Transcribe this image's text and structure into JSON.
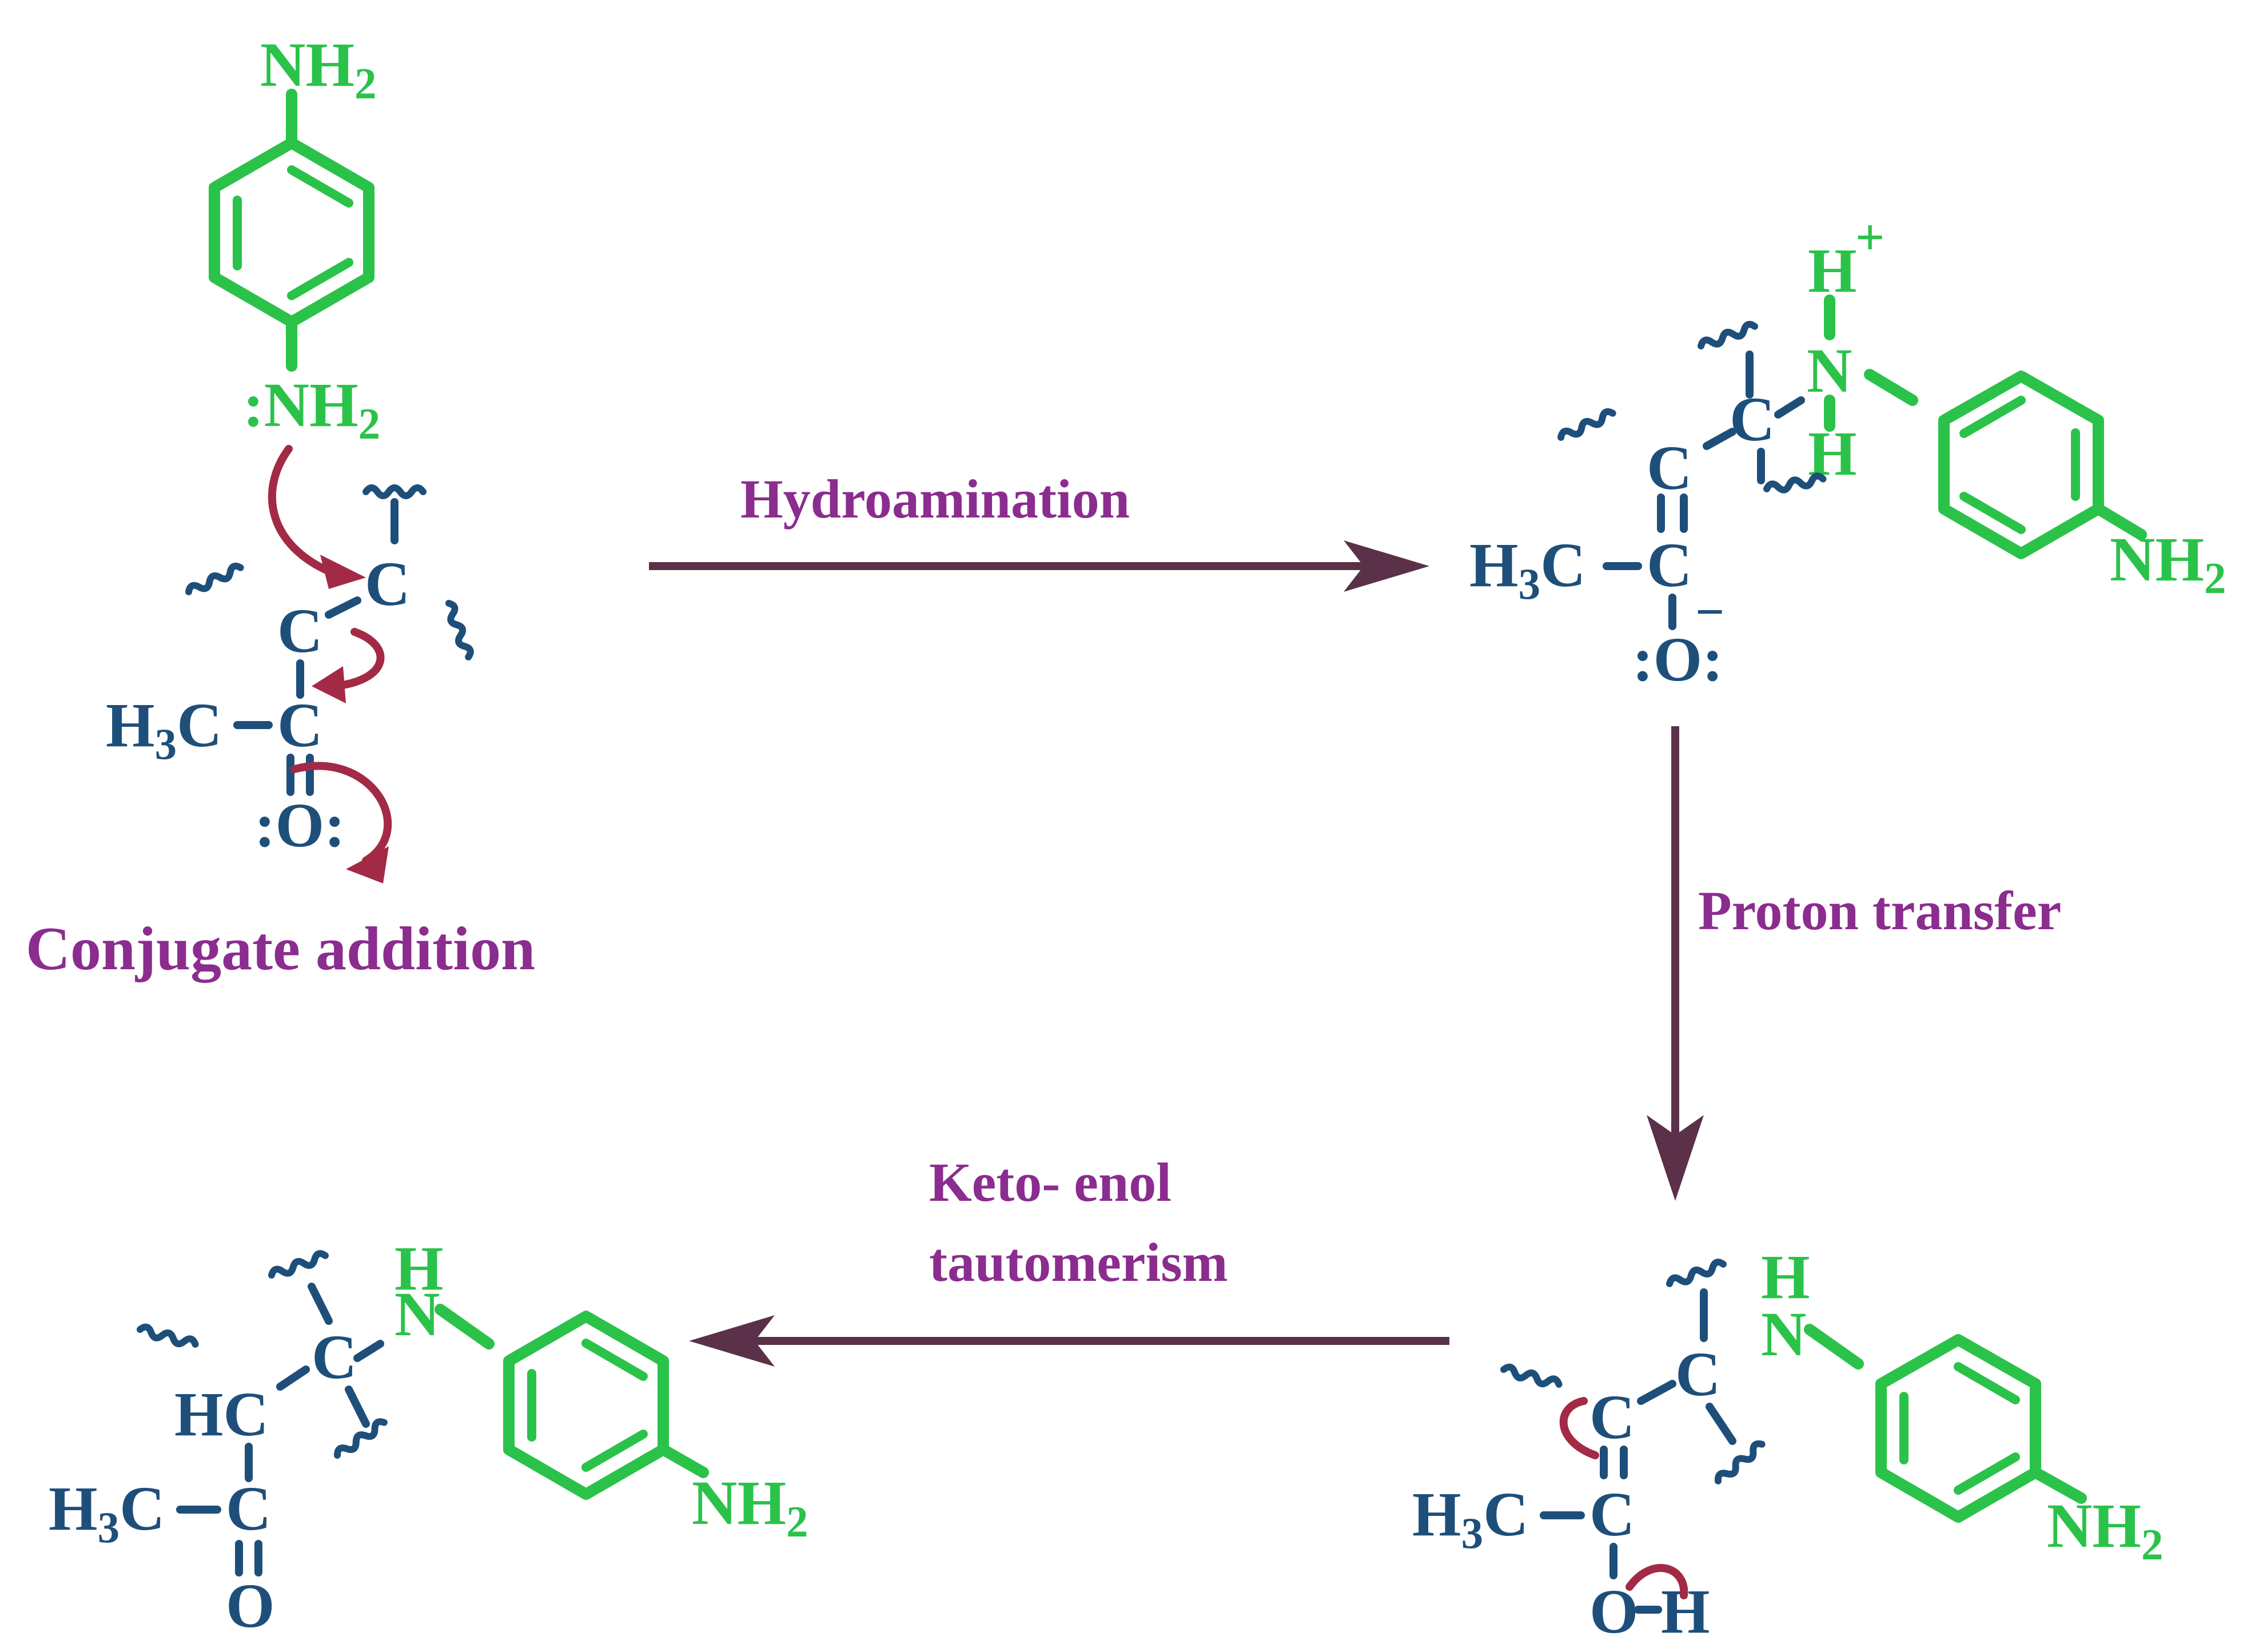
{
  "colors": {
    "backbone": "#1e4f7a",
    "amine": "#2bc24a",
    "step_label": "#8b2c8f",
    "reaction_arrow": "#5a3148",
    "electron_arrow": "#a32a45"
  },
  "steps": {
    "hydroamination": "Hydroamination",
    "proton_transfer": "Proton transfer",
    "keto_enol_line1": "Keto- enol",
    "keto_enol_line2": "tautomerism",
    "conjugate_addition": "Conjugate addition"
  },
  "atoms": {
    "N": "N",
    "NH": "NH",
    "C": "C",
    "HC": "HC",
    "H": "H",
    "O": "O",
    "H3C": "H",
    "sub2": "2",
    "sub3": "3",
    "plus": "+",
    "minus": "−",
    "lone_colon": ":",
    "ch_label": "C"
  }
}
